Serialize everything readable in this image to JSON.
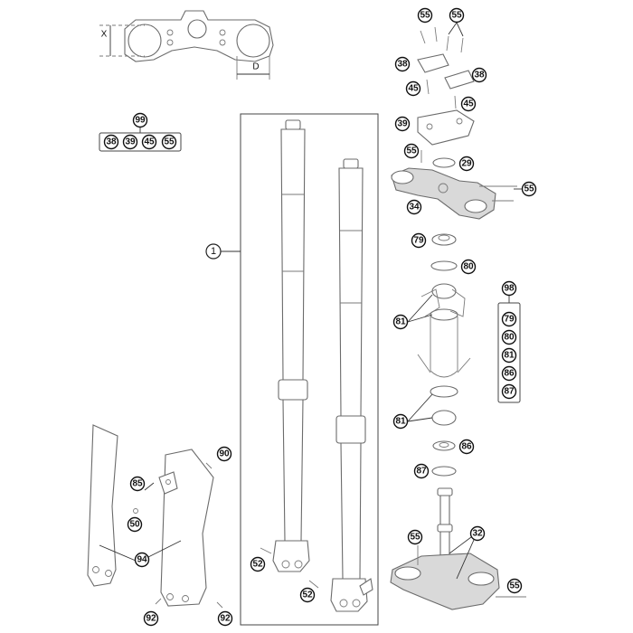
{
  "diagram": {
    "dimension_labels": {
      "x": "X",
      "d": "D"
    },
    "callouts": {
      "c55a": "55",
      "c55b": "55",
      "c38a": "38",
      "c38b": "38",
      "c45a": "45",
      "c45b": "45",
      "c39": "39",
      "c55c": "55",
      "c29": "29",
      "c55d": "55",
      "c34": "34",
      "c79": "79",
      "c80": "80",
      "c81a": "81",
      "c81b": "81",
      "c86": "86",
      "c87": "87",
      "c55e": "55",
      "c32": "32",
      "c55f": "55",
      "c1": "1",
      "c90": "90",
      "c85": "85",
      "c50": "50",
      "c94": "94",
      "c52a": "52",
      "c52b": "52",
      "c92a": "92",
      "c92b": "92"
    },
    "kit_99": {
      "id": "99",
      "items": [
        "38",
        "39",
        "45",
        "55"
      ]
    },
    "kit_98": {
      "id": "98",
      "items": [
        "79",
        "80",
        "81",
        "86",
        "87"
      ]
    }
  }
}
